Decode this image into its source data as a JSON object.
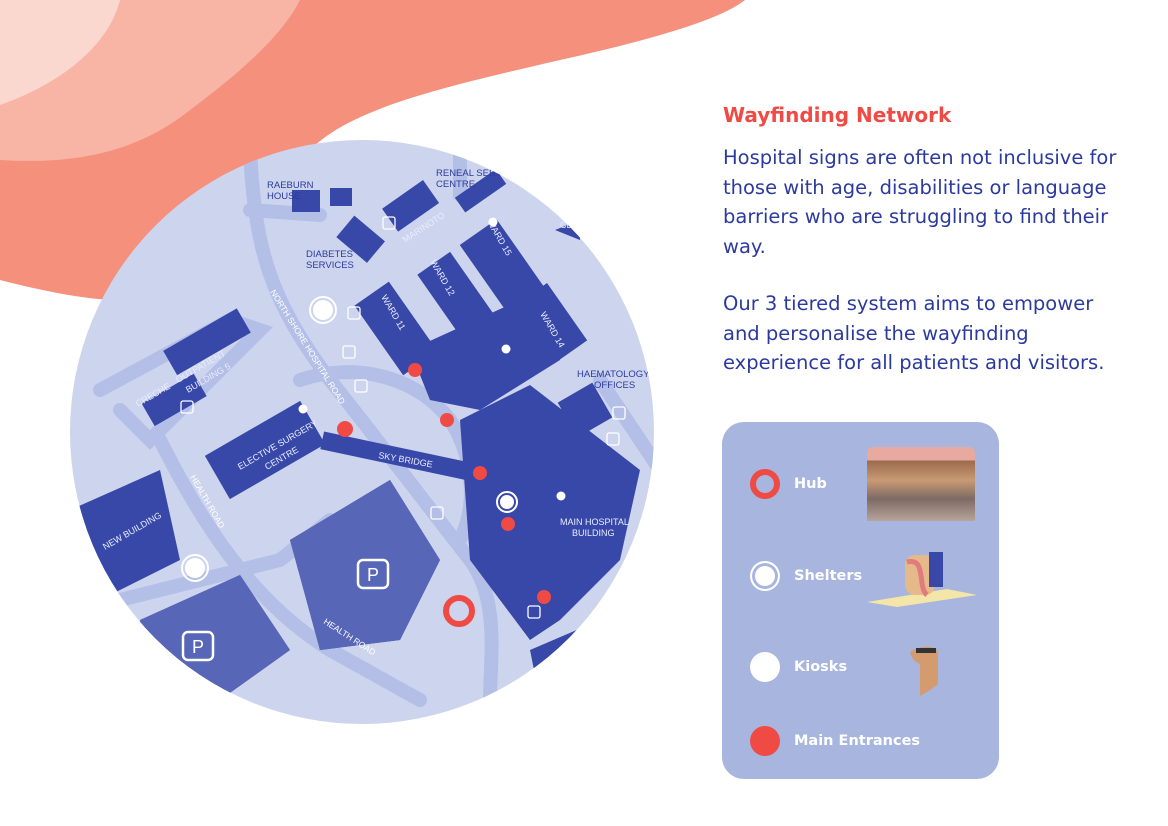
{
  "heading": "Wayfinding Network",
  "paragraphs": [
    "Hospital signs are often not inclusive for those with age, disabilities or language barriers who are struggling to find their way.",
    "Our 3 tiered system aims to empower and personalise the wayfinding experience for all patients and visitors."
  ],
  "map": {
    "buildings": {
      "raeburn": [
        "RAEBURN",
        "HOUSE"
      ],
      "reneal": [
        "RENEAL SERV",
        "CENTRE"
      ],
      "marinoto": "MARINOTO",
      "diabetes": [
        "DIABETES",
        "SERVICES"
      ],
      "ward15": "WARD 15",
      "ward12": "WARD 12",
      "ward11": "WARD 11",
      "ward14": "WARD 14",
      "haematology": [
        "HAEMATOLOGY",
        "OFFICES"
      ],
      "creche": "CRECHE",
      "outpatient": [
        "OUTPATIENT",
        "BUILDING 5"
      ],
      "elective": [
        "ELECTIVE SURGERY",
        "CENTRE"
      ],
      "main": [
        "MAIN HOSPITAL",
        "BUILDING"
      ],
      "new": "NEW BUILDING",
      "ce": "CE"
    },
    "roads": {
      "north_shore": "NORTH SHORE HOSPITAL ROAD",
      "health1": "HEALTH ROAD",
      "health2": "HEALTH ROAD",
      "sky_bridge": "SKY BRIDGE"
    },
    "parking_label": "P"
  },
  "legend": {
    "items": [
      {
        "label": "Hub",
        "icon": "hub-ring-icon"
      },
      {
        "label": "Shelters",
        "icon": "shelter-icon"
      },
      {
        "label": "Kiosks",
        "icon": "kiosk-icon"
      },
      {
        "label": "Main Entrances",
        "icon": "entrance-dot-icon"
      }
    ]
  },
  "colors": {
    "accent": "#f04a45",
    "navy": "#2c3a9e",
    "map_bg": "#cdd5ee",
    "building": "#3848a8",
    "legend_bg": "#a7b5df"
  }
}
